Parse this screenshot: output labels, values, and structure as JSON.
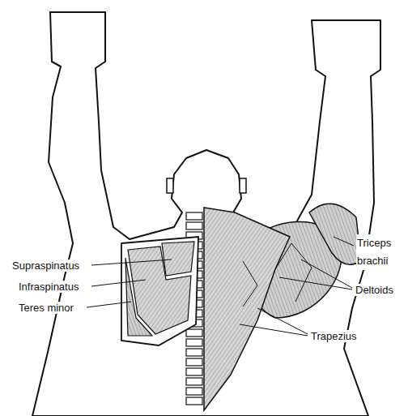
{
  "diagram": {
    "labels": [
      "Supraspinatus",
      "Infraspinatus",
      "Teres minor",
      "Triceps brachii",
      "Deltoids",
      "Trapezius"
    ]
  }
}
